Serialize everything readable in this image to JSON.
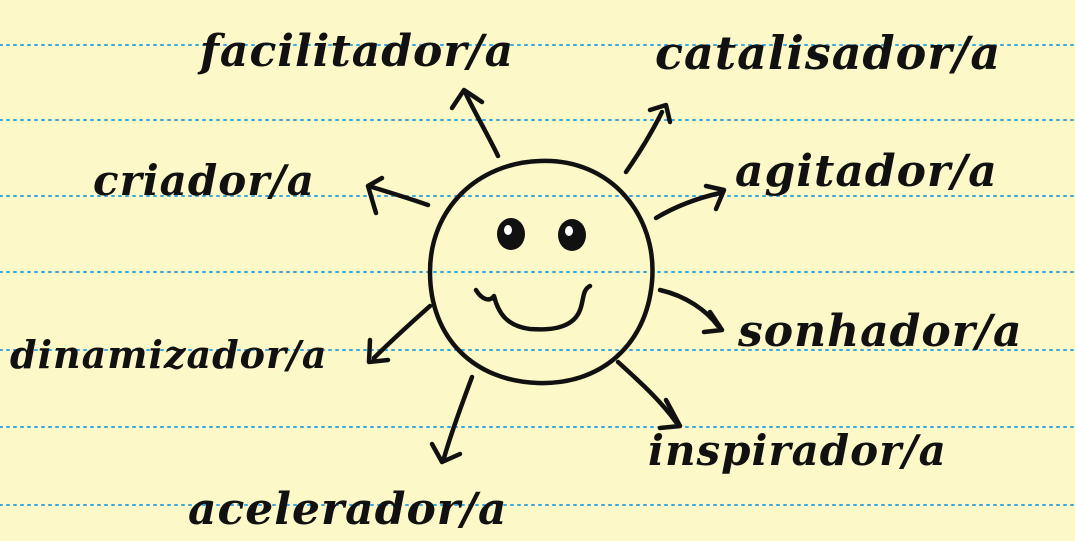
{
  "labels": {
    "facilitador": "facilitador/a",
    "catalisador": "catalisador/a",
    "criador": "criador/a",
    "agitador": "agitador/a",
    "dinamizador": "dinamizador/a",
    "sonhador": "sonhador/a",
    "acelerador": "acelerador/a",
    "inspirador": "inspirador/a"
  },
  "colors": {
    "paper": "#fdf8c8",
    "ruled_line": "#3aa7dc",
    "ink": "#111111"
  },
  "center_icon": "smiley-face-icon"
}
